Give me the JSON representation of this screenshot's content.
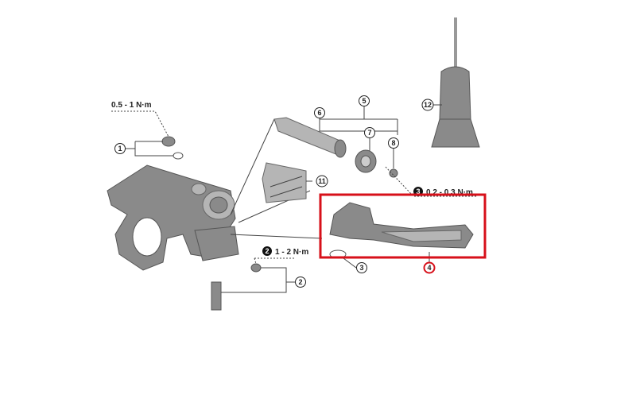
{
  "torque_labels": {
    "bolt_1": "0.5 - 1 N·m",
    "clamp_2": "1 - 2 N·m",
    "lever_pivot": "0.2 - 0.3 N·m",
    "clamp_2_badge": "2",
    "lever_pivot_badge": "3"
  },
  "callouts": {
    "c1": "1",
    "c2": "2",
    "c3": "3",
    "c4": "4",
    "c5": "5",
    "c6": "6",
    "c7": "7",
    "c8": "8",
    "c11": "11",
    "c12": "12"
  },
  "highlight": {
    "part": "4",
    "color": "#d7101a"
  }
}
